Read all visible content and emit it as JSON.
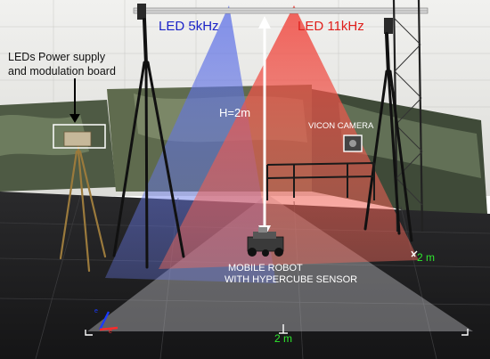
{
  "labels": {
    "led_blue": "LED 5kHz",
    "led_red": "LED 11kHz",
    "power_line1": "LEDs Power supply",
    "power_line2": "and modulation board",
    "height": "H=2m",
    "vicon": "VICON CAMERA",
    "robot_line1": "MOBILE ROBOT",
    "robot_line2": "WITH HYPERCUBE SENSOR",
    "dim_right": "2 m",
    "dim_bottom": "2 m",
    "axis_y": "e",
    "axis_x": "e"
  },
  "colors": {
    "led_blue": "#1c24c8",
    "led_red": "#e0201c",
    "dimension_green": "#2ee82e",
    "axis_blue": "#1a3bff",
    "axis_red": "#ff2a2a"
  }
}
